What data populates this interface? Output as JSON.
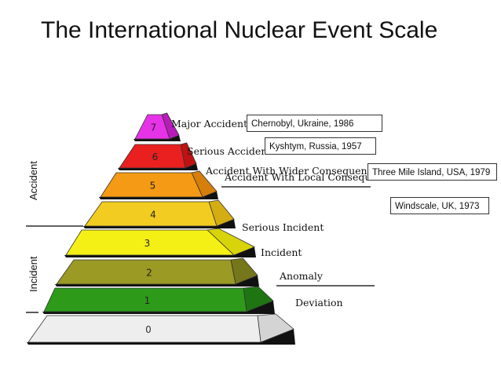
{
  "title": "The International Nuclear Event Scale",
  "side_labels": {
    "accident": "Accident",
    "incident": "Incident"
  },
  "levels": [
    {
      "num": "0",
      "label": "Deviation",
      "color": "#eeeeee",
      "side": "#d4d4d4"
    },
    {
      "num": "1",
      "label": "Anomaly",
      "color": "#2d9a1a",
      "side": "#1f7512"
    },
    {
      "num": "2",
      "label": "Incident",
      "color": "#9a9a24",
      "side": "#76761a"
    },
    {
      "num": "3",
      "label": "Serious Incident",
      "color": "#f4f016",
      "side": "#d8d40c"
    },
    {
      "num": "4",
      "label": "Accident With Local Consequences",
      "color": "#f2cc20",
      "side": "#d4ad12"
    },
    {
      "num": "5",
      "label": "Accident With Wider Consequences",
      "color": "#f59a14",
      "side": "#d57e0a"
    },
    {
      "num": "6",
      "label": "Serious Accident",
      "color": "#ea2020",
      "side": "#c01212"
    },
    {
      "num": "7",
      "label": "Major Accident",
      "color": "#e733e7",
      "side": "#b81cb8"
    }
  ],
  "events": [
    {
      "level": "7",
      "text": "Chernobyl, Ukraine, 1986"
    },
    {
      "level": "6",
      "text": "Kyshtym, Russia, 1957"
    },
    {
      "level": "5",
      "text": "Three Mile Island, USA, 1979"
    },
    {
      "level": "4",
      "text": "Windscale, UK, 1973"
    }
  ]
}
